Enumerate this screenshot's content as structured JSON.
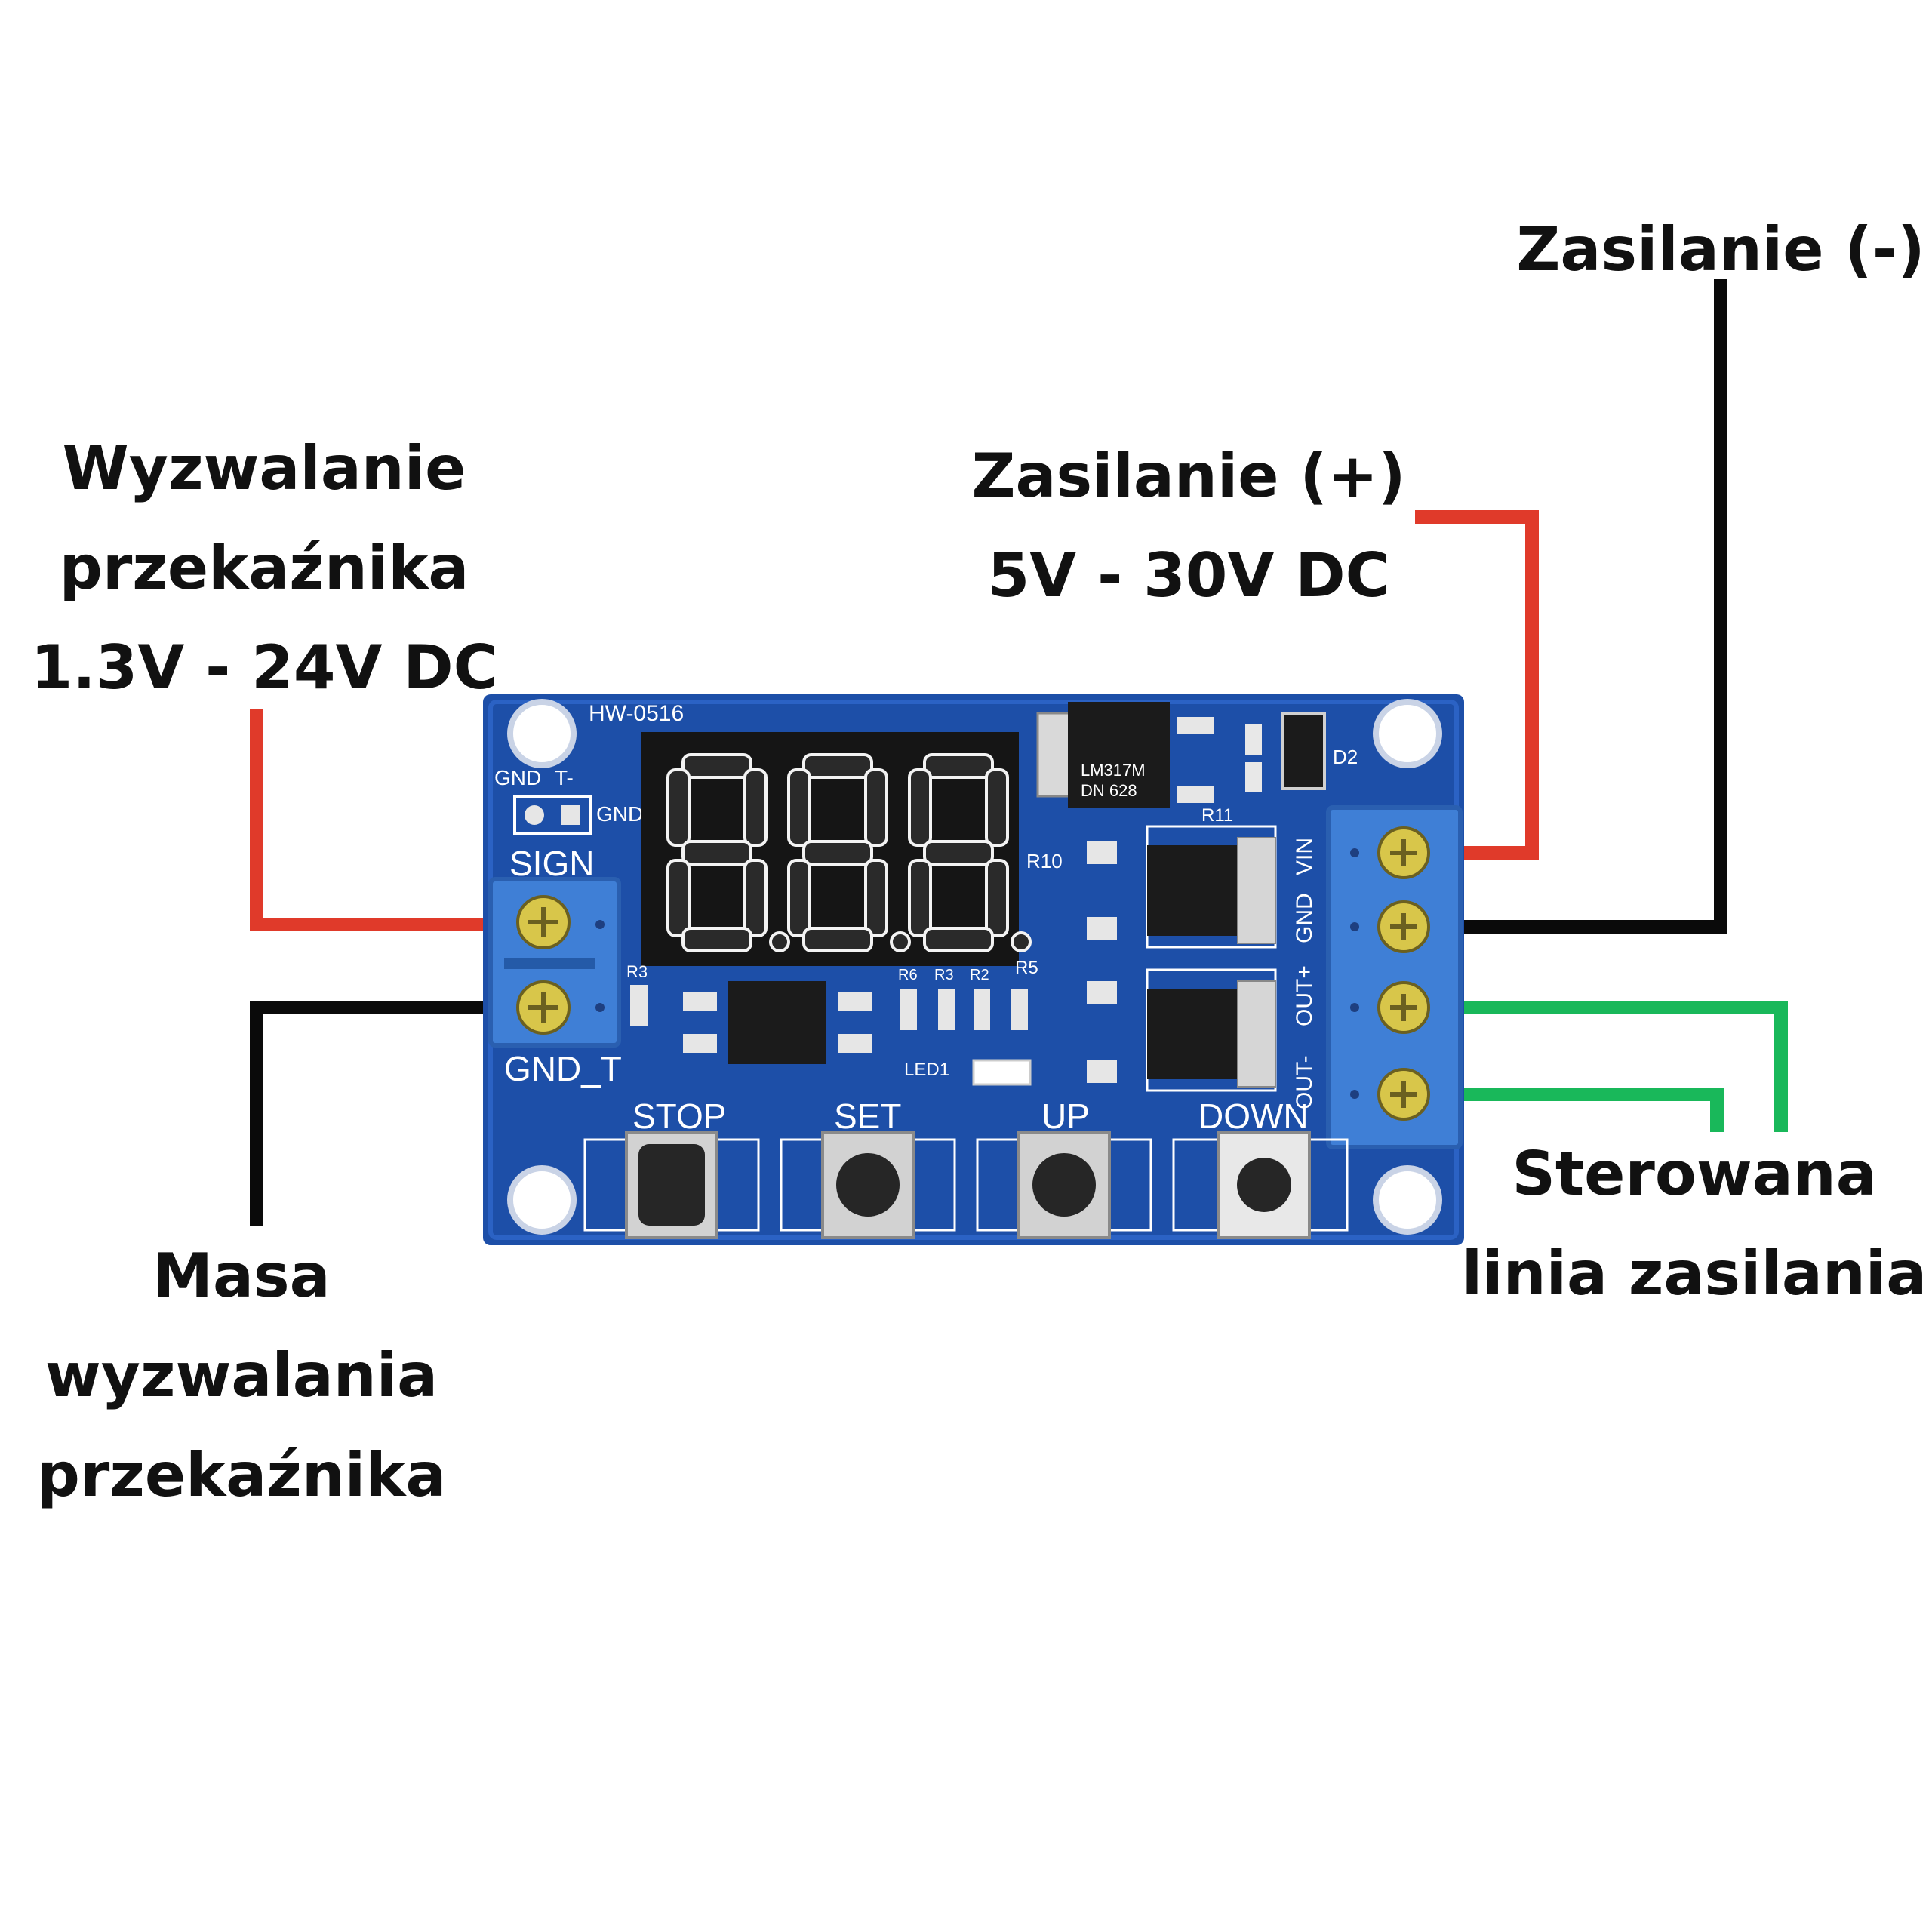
{
  "labels": {
    "trigger": [
      "Wyzwalanie",
      "przekaźnika",
      "1.3V - 24V DC"
    ],
    "power_plus": [
      "Zasilanie (+)",
      "5V - 30V DC"
    ],
    "power_minus": [
      "Zasilanie (-)"
    ],
    "trigger_ground": [
      "Masa",
      "wyzwalania",
      "przekaźnika"
    ],
    "controlled_line": [
      "Sterowana",
      "linia zasilania"
    ]
  },
  "board": {
    "model": "HW-0516",
    "jumper_labels": [
      "GND",
      "T-",
      "GND"
    ],
    "sign_terminal_top": "SIGN",
    "sign_terminal_bottom": "GND_T",
    "power_terminal_pins": [
      "VIN",
      "GND",
      "OUT+",
      "OUT-"
    ],
    "component_labels": [
      "R10",
      "R11",
      "R3",
      "R6",
      "R3",
      "R2",
      "R5",
      "LED1",
      "D2"
    ],
    "chip_text": [
      "LM317M",
      "DN 628"
    ],
    "buttons": [
      "STOP",
      "SET",
      "UP",
      "DOWN"
    ],
    "display": "888"
  },
  "colors": {
    "board": "#1d4fa8",
    "wire_red": "#e03a2a",
    "wire_black": "#0a0a0a",
    "wire_green": "#19b85a",
    "terminal_blue": "#3f7fd6",
    "screw": "#d8c64a"
  }
}
